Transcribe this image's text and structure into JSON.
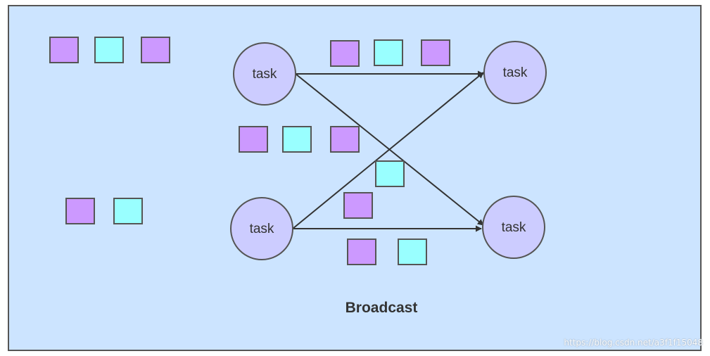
{
  "diagram": {
    "title": "Broadcast",
    "node_label": "task",
    "watermark": "https://blog.csdn.net/a3f1f15048"
  },
  "colors": {
    "background": "#cce4ff",
    "border": "#555555",
    "node_fill": "#ccccff",
    "purple_block": "#cc99ff",
    "cyan_block": "#99ffff",
    "arrow": "#333333",
    "title_text": "#333333"
  }
}
